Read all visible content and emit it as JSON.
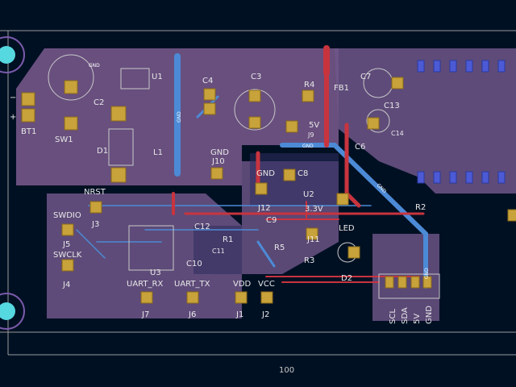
{
  "refs": {
    "bt1": "BT1",
    "sw1": "SW1",
    "c2": "C2",
    "u1": "U1",
    "d1": "D1",
    "l1": "L1",
    "c4": "C4",
    "c3": "C3",
    "r4": "R4",
    "fb1": "FB1",
    "c7": "C7",
    "c13": "C13",
    "c6": "C6",
    "c14": "C14",
    "j9": "J9",
    "j10": "J10",
    "c8": "C8",
    "u2": "U2",
    "j12": "J12",
    "c9": "C9",
    "j11": "J11",
    "led": "LED",
    "r5": "R5",
    "r3": "R3",
    "d2": "D2",
    "r2": "R2",
    "nrst": "NRST",
    "j3": "J3",
    "swdio": "SWDIO",
    "j5": "J5",
    "swclk": "SWCLK",
    "j4": "J4",
    "c12": "C12",
    "r1": "R1",
    "c11": "C11",
    "c10": "C10",
    "u3": "U3",
    "uart_rx": "UART_RX",
    "uart_tx": "UART_TX",
    "vdd": "VDD",
    "vcc": "VCC",
    "j7": "J7",
    "j6": "J6",
    "j1": "J1",
    "j2": "J2",
    "gnd": "GND",
    "v5": "5V",
    "v33": "3.3V",
    "scl": "SCL",
    "sda": "SDA",
    "p5v": "5V",
    "pgnd": "GND",
    "minus": "−",
    "plus": "+"
  },
  "nets": {
    "gnd": "GND"
  },
  "dimension": {
    "value": "100"
  },
  "colors": {
    "background": "#001023",
    "copper_fill": "#7a5a8e",
    "front_track": "#c8343e",
    "back_track": "#4c8ad6",
    "edge_cuts": "#c8c8c8",
    "pad": "#c8a23a",
    "via": "#56d8e0"
  }
}
